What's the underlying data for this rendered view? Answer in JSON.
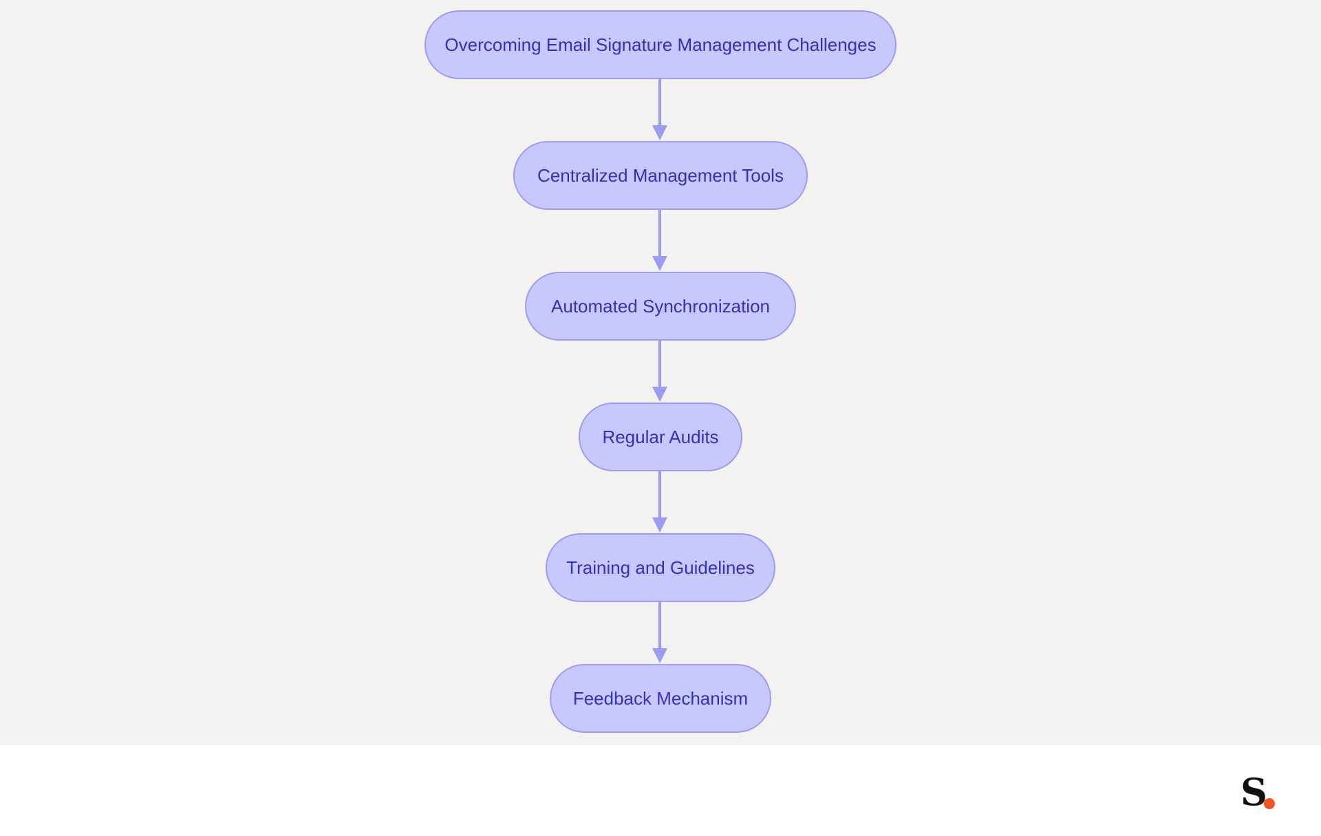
{
  "diagram": {
    "type": "flowchart",
    "direction": "top-to-bottom",
    "nodes": [
      {
        "id": "n1",
        "label": "Overcoming Email Signature Management Challenges"
      },
      {
        "id": "n2",
        "label": "Centralized Management Tools"
      },
      {
        "id": "n3",
        "label": "Automated Synchronization"
      },
      {
        "id": "n4",
        "label": "Regular Audits"
      },
      {
        "id": "n5",
        "label": "Training and Guidelines"
      },
      {
        "id": "n6",
        "label": "Feedback Mechanism"
      }
    ],
    "edges": [
      {
        "from": "n1",
        "to": "n2"
      },
      {
        "from": "n2",
        "to": "n3"
      },
      {
        "from": "n3",
        "to": "n4"
      },
      {
        "from": "n4",
        "to": "n5"
      },
      {
        "from": "n5",
        "to": "n6"
      }
    ]
  },
  "colors": {
    "canvas_background": "#f3f2f1",
    "node_fill": "#c8c8ff",
    "node_border": "#9c9cf0",
    "node_text": "#3232b4",
    "edge": "#9c9cf0",
    "logo_dot": "#f2541b"
  },
  "brand": {
    "logo_icon": "brand-s-logo-icon"
  }
}
